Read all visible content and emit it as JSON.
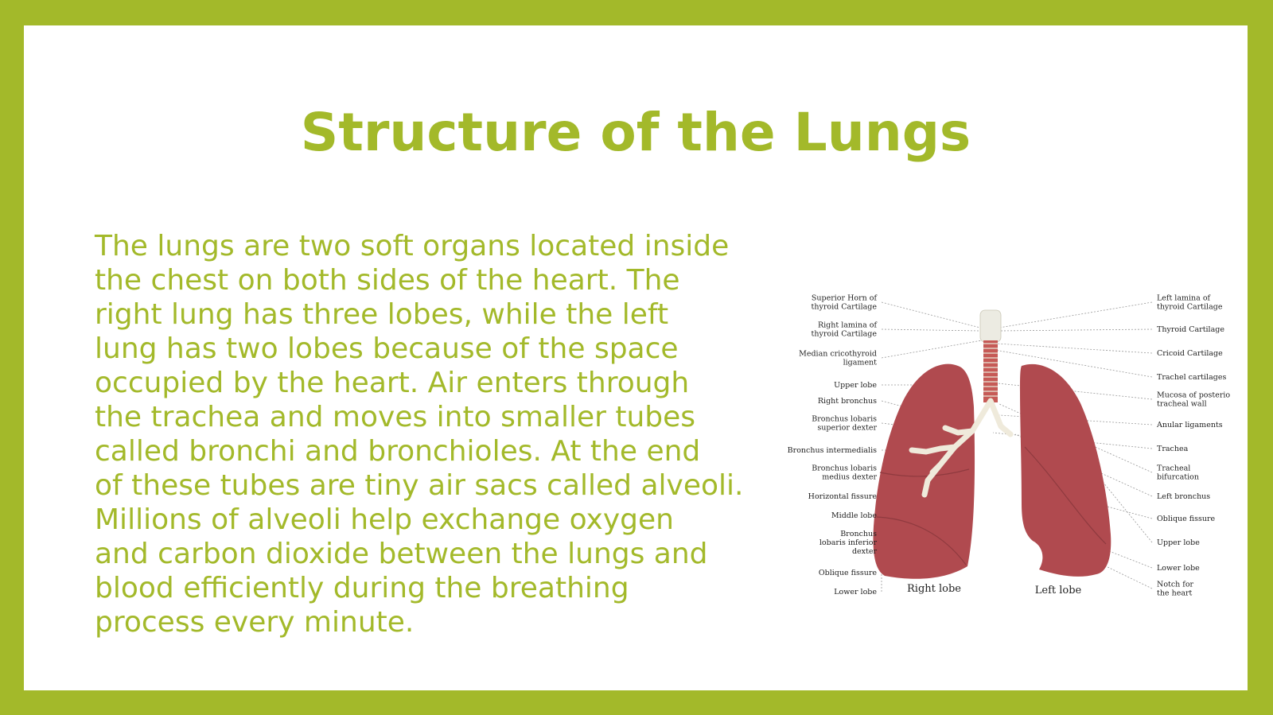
{
  "slide": {
    "title": "Structure of the Lungs",
    "body_lines": [
      "The lungs are two soft organs located inside",
      "the chest on both sides of the heart. The",
      "right lung has three lobes, while the left",
      "lung has two lobes because of the space",
      "occupied by the heart. Air enters through",
      "the trachea and moves into smaller tubes",
      "called bronchi and bronchioles. At the end",
      "of these tubes are tiny air sacs called alveoli.",
      "Millions of alveoli help exchange oxygen",
      "and carbon dioxide between the lungs and",
      "blood efficiently during the breathing",
      "process every minute."
    ]
  },
  "diagram": {
    "left_labels": [
      [
        "Superior Horn of",
        "thyroid Cartilage"
      ],
      [
        "Right lamina of",
        "thyroid Cartilage"
      ],
      [
        "Median cricothyroid",
        "ligament"
      ],
      [
        "Upper lobe"
      ],
      [
        "Right bronchus"
      ],
      [
        "Bronchus lobaris",
        "superior dexter"
      ],
      [
        "Bronchus intermedialis"
      ],
      [
        "Bronchus lobaris",
        "medius dexter"
      ],
      [
        "Horizontal fissure"
      ],
      [
        "Middle lobe"
      ],
      [
        "Bronchus",
        "lobaris inferior",
        "dexter"
      ],
      [
        "Oblique fissure"
      ],
      [
        "Lower lobe"
      ]
    ],
    "right_labels": [
      [
        "Left lamina of",
        "thyroid Cartilage"
      ],
      [
        "Thyroid Cartilage"
      ],
      [
        "Cricoid Cartilage"
      ],
      [
        "Trachel cartilages"
      ],
      [
        "Mucosa of posterior",
        "tracheal wall"
      ],
      [
        "Anular ligaments"
      ],
      [
        "Trachea"
      ],
      [
        "Tracheal",
        "bifurcation"
      ],
      [
        "Left bronchus"
      ],
      [
        "Oblique fissure"
      ],
      [
        "Upper lobe"
      ],
      [
        "Lower lobe"
      ],
      [
        "Notch for",
        "the heart"
      ]
    ],
    "right_lobe_caption": "Right lobe",
    "left_lobe_caption": "Left lobe"
  },
  "colors": {
    "accent": "#a3b92a",
    "lung": "#b04a4f",
    "trachea": "#e8e6d8"
  }
}
